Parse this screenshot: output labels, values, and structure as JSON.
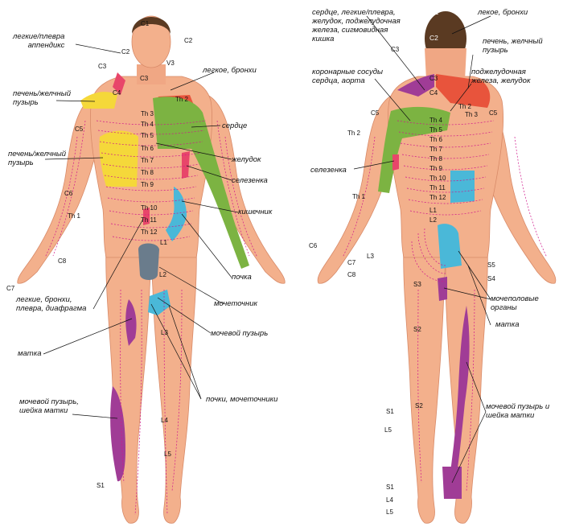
{
  "colors": {
    "skin": "#f3b08c",
    "skin_dark": "#e89a78",
    "hair": "#5a3a22",
    "lung": "#7cb342",
    "liver": "#f5d83a",
    "heart_red": "#e8543c",
    "spleen": "#e8466a",
    "kidney_blue": "#4ab8d8",
    "bladder_purple": "#a03c96",
    "dermatome_line": "#d0188c",
    "leader_line": "#111111"
  },
  "front": {
    "segments": [
      "C1",
      "C2",
      "C2",
      "C3",
      "V3",
      "C3",
      "C4",
      "Th 2",
      "Th 3",
      "Th 4",
      "Th 5",
      "Th 6",
      "Th 7",
      "Th 8",
      "Th 9",
      "Th 10",
      "Th 11",
      "Th 12",
      "L1",
      "L2",
      "L3",
      "L4",
      "L5",
      "C5",
      "C6",
      "Th 1",
      "C8",
      "C7",
      "S1"
    ],
    "labels": {
      "lungs_appendix": "легкие/плевра\nаппендикс",
      "lung_bronchi": "легкое, бронхи",
      "liver_gb_1": "печень/желчный\nпузырь",
      "liver_gb_2": "печень/желчный\nпузырь",
      "heart": "сердце",
      "stomach": "желудок",
      "spleen": "селезенка",
      "intestine": "кишечник",
      "lungs_diaphragm": "легкие, бронхи,\nплевра, диафрагма",
      "kidney": "почка",
      "ureter": "мочеточник",
      "bladder": "мочевой пузырь",
      "uterus": "матка",
      "kidneys_ureters": "почки, мочеточники",
      "bladder_cervix": "мочевой пузырь,\nшейка матки"
    }
  },
  "back": {
    "segments": [
      "V1",
      "C2",
      "C3",
      "C3",
      "C4",
      "Th 2",
      "Th 3",
      "C5",
      "C5",
      "Th 4",
      "Th 5",
      "Th 6",
      "Th 7",
      "Th 8",
      "Th 9",
      "Th 10",
      "Th 11",
      "Th 12",
      "L1",
      "L2",
      "Th 2",
      "Th 1",
      "L3",
      "C6",
      "C7",
      "C8",
      "S5",
      "S4",
      "S3",
      "S2",
      "S2",
      "S1",
      "S1",
      "L4",
      "L5",
      "L5"
    ],
    "labels": {
      "multi_organs": "сердце, легкие/плевра,\nжелудок, поджелудочная\nжелеза, сигмовидная\nкишка",
      "left_lung": "лекое, бронхи",
      "liver_gb": "печень, желчный\nпузырь",
      "coronary": "коронарные сосуды\nсердца, аорта",
      "pancreas": "поджелудочная\nжелеза, желудок",
      "spleen": "селезенка",
      "genitals": "мочеполовые\nорганы",
      "uterus": "матка",
      "bladder_cervix": "мочевой пузырь и\nшейка матки"
    }
  }
}
